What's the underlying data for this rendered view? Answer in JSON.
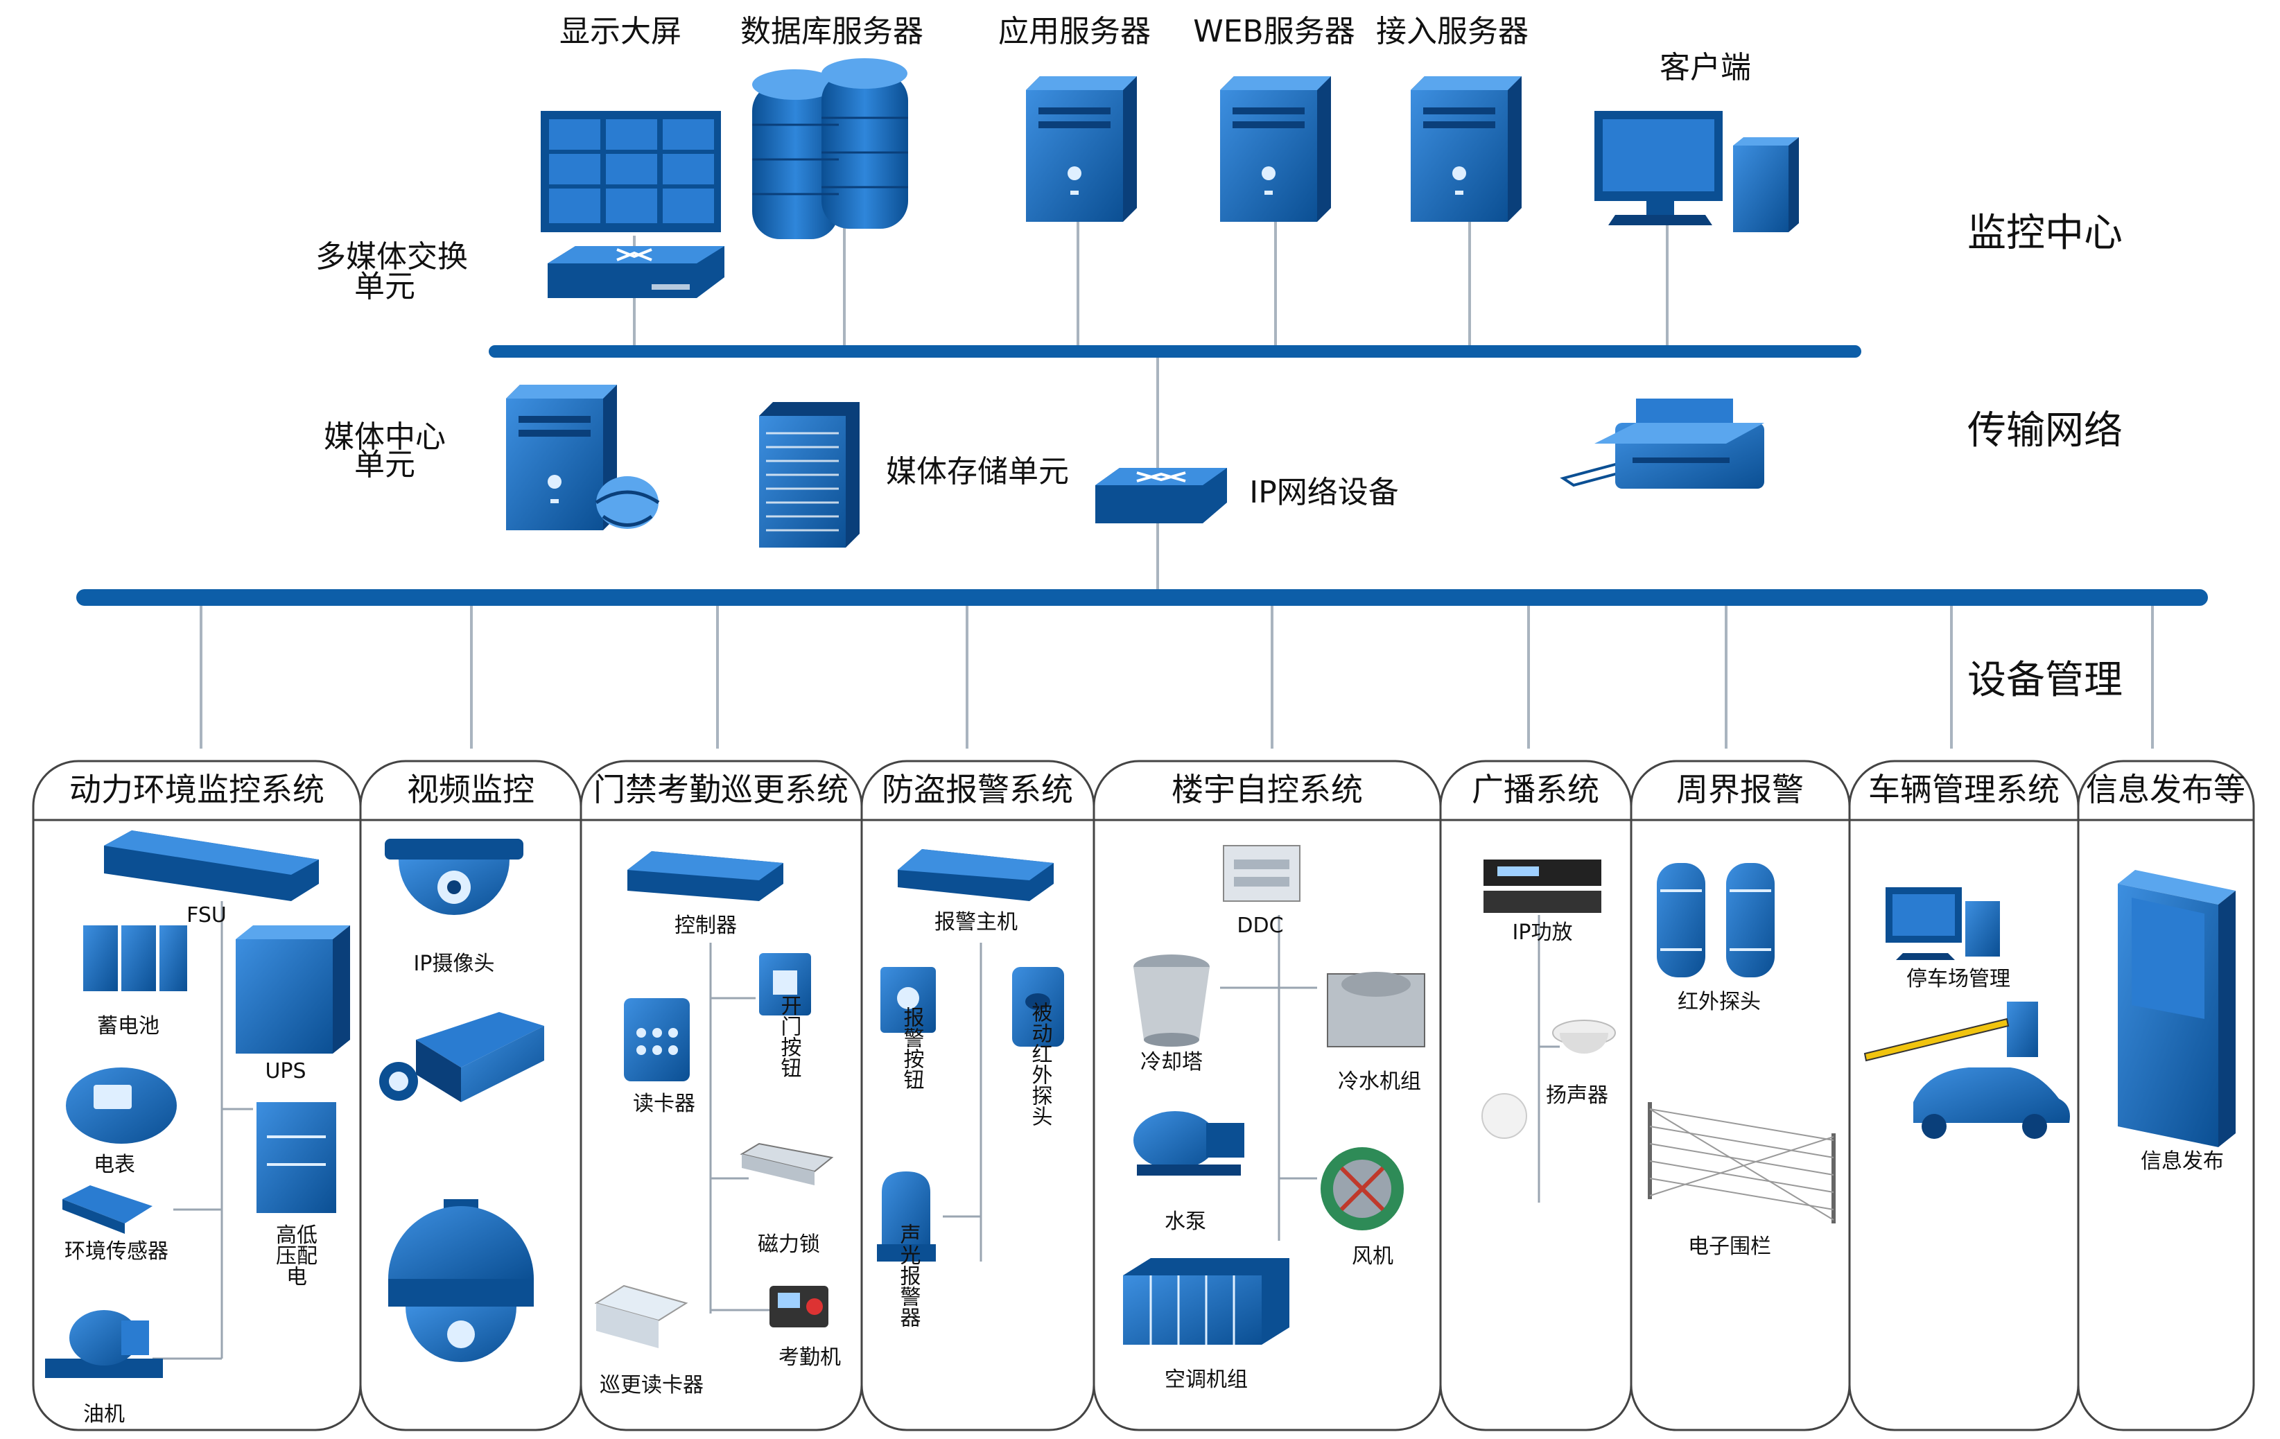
{
  "colors": {
    "accent": "#0d5ea8",
    "device_dark": "#0b4f93",
    "device_light": "#2a7cd1",
    "line": "#a9b4bf"
  },
  "icons": [
    "video-wall-icon",
    "database-icon",
    "server-tower-icon",
    "desktop-pc-icon",
    "network-switch-icon",
    "printer-icon",
    "media-server-icon",
    "storage-rack-icon",
    "dome-camera-icon",
    "box-camera-icon",
    "ptz-camera-icon",
    "card-reader-icon",
    "kiosk-icon",
    "car-barrier-icon",
    "fence-icon"
  ],
  "center": {
    "display_wall": "显示大屏",
    "db_server": "数据库服务器",
    "app_server": "应用服务器",
    "web_server": "WEB服务器",
    "access_server": "接入服务器",
    "client": "客户端",
    "mm_switch_line1": "多媒体交换",
    "mm_switch_line2": "单元"
  },
  "transport": {
    "media_center_line1": "媒体中心",
    "media_center_line2": "单元",
    "media_storage": "媒体存储单元",
    "ip_device": "IP网络设备"
  },
  "layers": {
    "monitor": "监控中心",
    "transport": "传输网络",
    "device": "设备管理"
  },
  "systems": {
    "power": {
      "title": "动力环境监控系统",
      "fsu": "FSU",
      "battery": "蓄电池",
      "ups": "UPS",
      "meter": "电表",
      "hv_line1": "高低",
      "hv_line2": "压配",
      "hv_line3": "电",
      "env": "环境传感器",
      "oil": "油机"
    },
    "video": {
      "title": "视频监控",
      "ipcam": "IP摄像头"
    },
    "access": {
      "title": "门禁考勤巡更系统",
      "controller": "控制器",
      "reader": "读卡器",
      "open_btn": "开门按钮",
      "maglock": "磁力锁",
      "patrol": "巡更读卡器",
      "attendance": "考勤机"
    },
    "alarm": {
      "title": "防盗报警系统",
      "host": "报警主机",
      "button": "报警按钮",
      "pir": "被动红外探头",
      "siren": "声光报警器"
    },
    "building": {
      "title": "楼宇自控系统",
      "ddc": "DDC",
      "tower": "冷却塔",
      "chiller": "冷水机组",
      "pump": "水泵",
      "fan": "风机",
      "ahu": "空调机组"
    },
    "broadcast": {
      "title": "广播系统",
      "amp": "IP功放",
      "speaker": "扬声器"
    },
    "perimeter": {
      "title": "周界报警",
      "ir": "红外探头",
      "fence": "电子围栏"
    },
    "vehicle": {
      "title": "车辆管理系统",
      "parking": "停车场管理"
    },
    "info": {
      "title": "信息发布等",
      "publish": "信息发布"
    }
  }
}
